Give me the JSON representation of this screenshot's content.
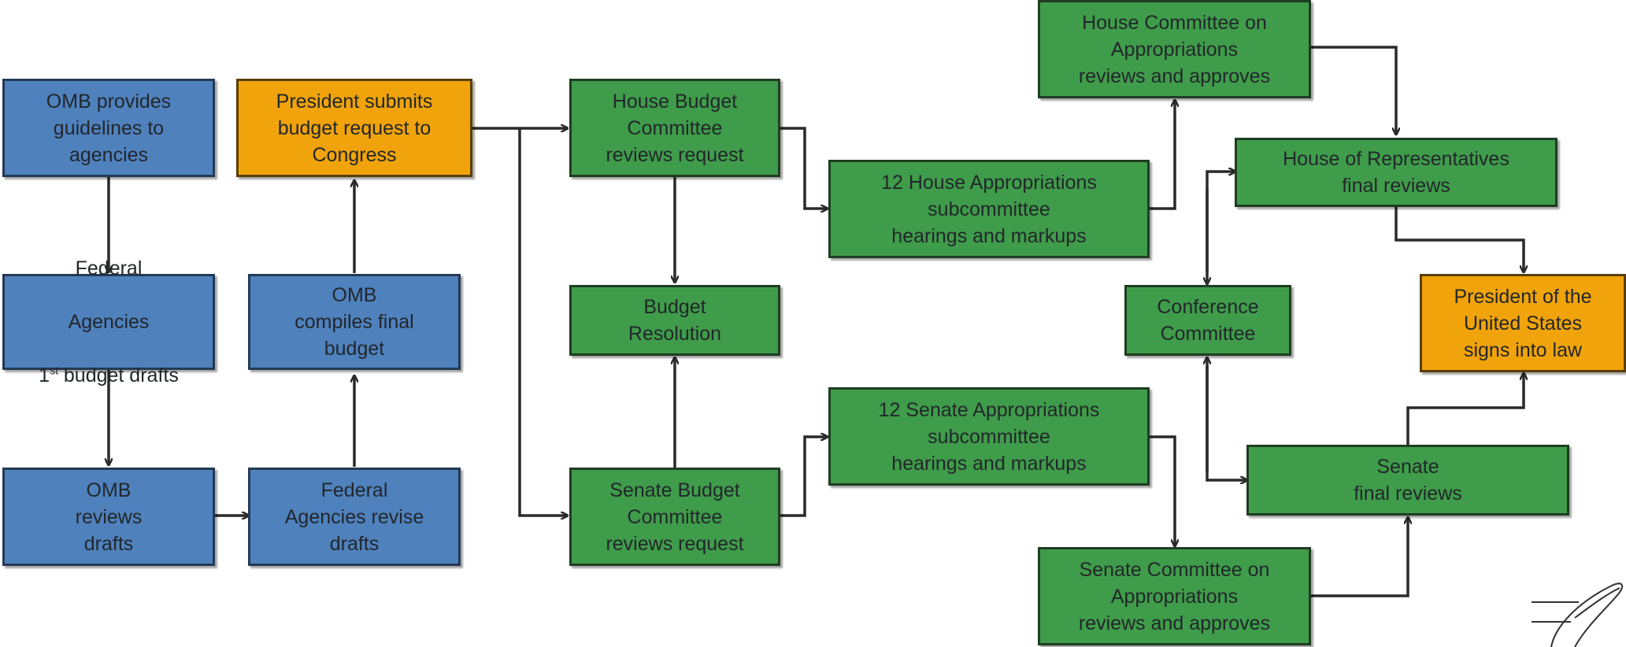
{
  "colors": {
    "blue": "#4f81bd",
    "orange": "#f0a30a",
    "green": "#3f9c4a",
    "connector": "#2a2a2a"
  },
  "nodes": {
    "omb_guidelines": {
      "text": "OMB provides\nguidelines to\nagencies"
    },
    "president_submits": {
      "text": "President submits\nbudget  request to\nCongress"
    },
    "house_budget": {
      "text": "House Budget\nCommittee\nreviews request"
    },
    "house_approps_sub": {
      "text": "12 House Appropriations\nsubcommittee\nhearings and markups"
    },
    "house_approps_comm": {
      "text": "House Committee on\nAppropriations\nreviews and approves"
    },
    "house_final": {
      "text": "House of Representatives\nfinal reviews"
    },
    "federal_drafts": {
      "line1": "Federal",
      "line2": "Agencies",
      "line3_prefix": "1",
      "line3_sup": "st",
      "line3_suffix": " budget drafts"
    },
    "omb_compiles": {
      "text": "OMB\ncompiles final\nbudget"
    },
    "budget_resolution": {
      "text": "Budget\nResolution"
    },
    "conference": {
      "text": "Conference\nCommittee"
    },
    "president_signs": {
      "text": "President of the\nUnited States\nsigns into law"
    },
    "omb_reviews": {
      "text": "OMB\nreviews\ndrafts"
    },
    "agencies_revise": {
      "text": "Federal\nAgencies revise\ndrafts"
    },
    "senate_budget": {
      "text": "Senate Budget\nCommittee\nreviews request"
    },
    "senate_approps_sub": {
      "text": "12 Senate  Appropriations\nsubcommittee\nhearings and markups"
    },
    "senate_final": {
      "text": "Senate\nfinal reviews"
    },
    "senate_approps_comm": {
      "text": "Senate Committee on\nAppropriations\nreviews and approves"
    }
  }
}
